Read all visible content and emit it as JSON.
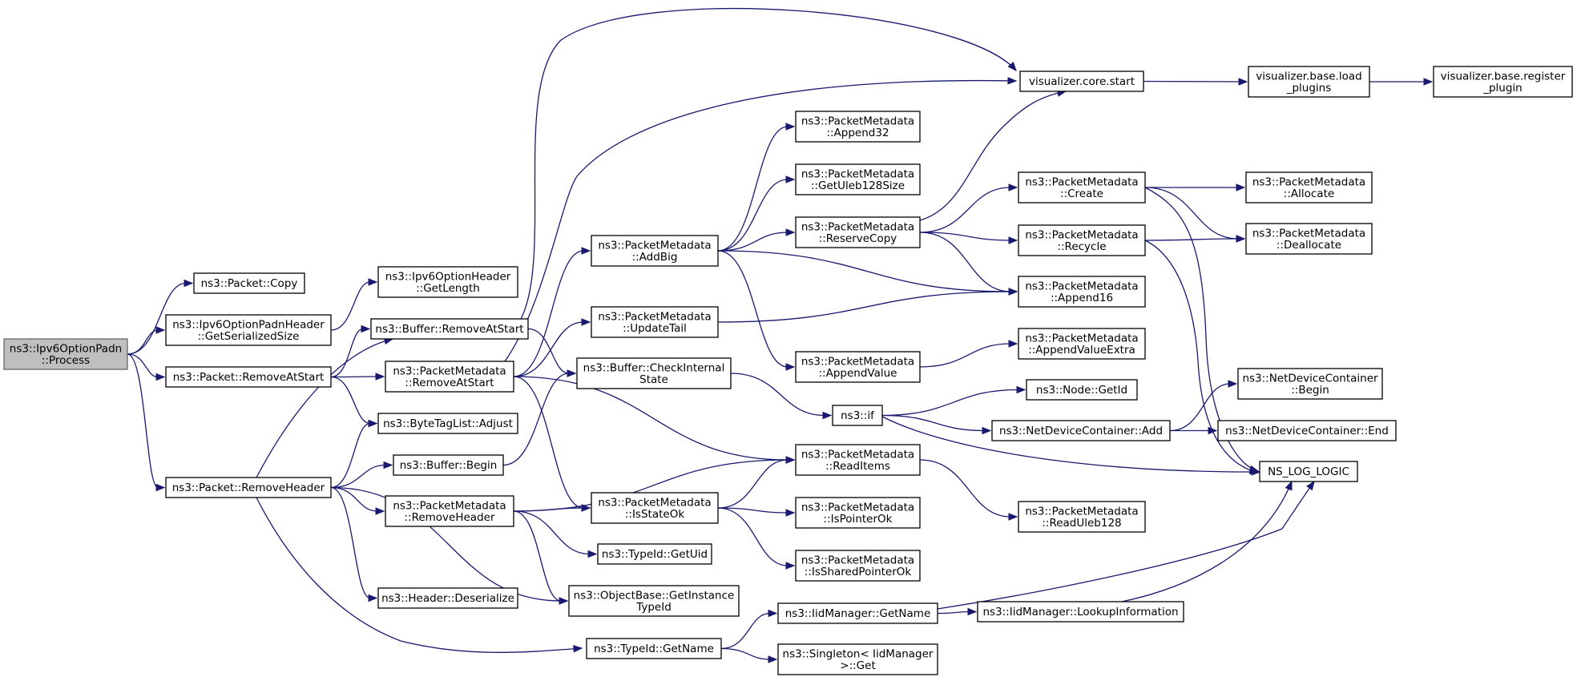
{
  "colors": {
    "edge": "#191970",
    "root_fill": "#bfbfbf",
    "node_fill": "#ffffff",
    "node_stroke": "#000000"
  },
  "nodes": [
    {
      "id": "ipv6optionpadn-process",
      "lines": [
        "ns3::Ipv6OptionPadn",
        "::Process"
      ],
      "root": true
    },
    {
      "id": "packet-copy",
      "lines": [
        "ns3::Packet::Copy"
      ]
    },
    {
      "id": "ipv6optionpadnheader-getserializedsize",
      "lines": [
        "ns3::Ipv6OptionPadnHeader",
        "::GetSerializedSize"
      ]
    },
    {
      "id": "packet-removeatstart",
      "lines": [
        "ns3::Packet::RemoveAtStart"
      ]
    },
    {
      "id": "packet-removeheader",
      "lines": [
        "ns3::Packet::RemoveHeader"
      ]
    },
    {
      "id": "ipv6optionheader-getlength",
      "lines": [
        "ns3::Ipv6OptionHeader",
        "::GetLength"
      ]
    },
    {
      "id": "buffer-removeatstart",
      "lines": [
        "ns3::Buffer::RemoveAtStart"
      ]
    },
    {
      "id": "packetmetadata-removeatstart",
      "lines": [
        "ns3::PacketMetadata",
        "::RemoveAtStart"
      ]
    },
    {
      "id": "bytetaglist-adjust",
      "lines": [
        "ns3::ByteTagList::Adjust"
      ]
    },
    {
      "id": "buffer-begin",
      "lines": [
        "ns3::Buffer::Begin"
      ]
    },
    {
      "id": "packetmetadata-removeheader",
      "lines": [
        "ns3::PacketMetadata",
        "::RemoveHeader"
      ]
    },
    {
      "id": "header-deserialize",
      "lines": [
        "ns3::Header::Deserialize"
      ]
    },
    {
      "id": "packetmetadata-addbig",
      "lines": [
        "ns3::PacketMetadata",
        "::AddBig"
      ]
    },
    {
      "id": "packetmetadata-updatetail",
      "lines": [
        "ns3::PacketMetadata",
        "::UpdateTail"
      ]
    },
    {
      "id": "buffer-checkinternalstate",
      "lines": [
        "ns3::Buffer::CheckInternal",
        "State"
      ]
    },
    {
      "id": "packetmetadata-isstateok",
      "lines": [
        "ns3::PacketMetadata",
        "::IsStateOk"
      ]
    },
    {
      "id": "typeid-getuid",
      "lines": [
        "ns3::TypeId::GetUid"
      ]
    },
    {
      "id": "objectbase-getinstancetypeid",
      "lines": [
        "ns3::ObjectBase::GetInstance",
        "TypeId"
      ]
    },
    {
      "id": "typeid-getname",
      "lines": [
        "ns3::TypeId::GetName"
      ]
    },
    {
      "id": "packetmetadata-append32",
      "lines": [
        "ns3::PacketMetadata",
        "::Append32"
      ]
    },
    {
      "id": "packetmetadata-getuleb128size",
      "lines": [
        "ns3::PacketMetadata",
        "::GetUleb128Size"
      ]
    },
    {
      "id": "packetmetadata-reservecopy",
      "lines": [
        "ns3::PacketMetadata",
        "::ReserveCopy"
      ]
    },
    {
      "id": "packetmetadata-appendvalue",
      "lines": [
        "ns3::PacketMetadata",
        "::AppendValue"
      ]
    },
    {
      "id": "ns3-if",
      "lines": [
        "ns3::if"
      ]
    },
    {
      "id": "packetmetadata-readitems",
      "lines": [
        "ns3::PacketMetadata",
        "::ReadItems"
      ]
    },
    {
      "id": "packetmetadata-ispointerok",
      "lines": [
        "ns3::PacketMetadata",
        "::IsPointerOk"
      ]
    },
    {
      "id": "packetmetadata-issharedpointerok",
      "lines": [
        "ns3::PacketMetadata",
        "::IsSharedPointerOk"
      ]
    },
    {
      "id": "iidmanager-getname",
      "lines": [
        "ns3::IidManager::GetName"
      ]
    },
    {
      "id": "singleton-iidmanager-get",
      "lines": [
        "ns3::Singleton< IidManager",
        ">::Get"
      ]
    },
    {
      "id": "visualizer-core-start",
      "lines": [
        "visualizer.core.start"
      ]
    },
    {
      "id": "packetmetadata-create",
      "lines": [
        "ns3::PacketMetadata",
        "::Create"
      ]
    },
    {
      "id": "packetmetadata-recycle",
      "lines": [
        "ns3::PacketMetadata",
        "::Recycle"
      ]
    },
    {
      "id": "packetmetadata-append16",
      "lines": [
        "ns3::PacketMetadata",
        "::Append16"
      ]
    },
    {
      "id": "packetmetadata-appendvalueextra",
      "lines": [
        "ns3::PacketMetadata",
        "::AppendValueExtra"
      ]
    },
    {
      "id": "node-getid",
      "lines": [
        "ns3::Node::GetId"
      ]
    },
    {
      "id": "netdevicecontainer-add",
      "lines": [
        "ns3::NetDeviceContainer::Add"
      ]
    },
    {
      "id": "packetmetadata-readuleb128",
      "lines": [
        "ns3::PacketMetadata",
        "::ReadUleb128"
      ]
    },
    {
      "id": "iidmanager-lookupinformation",
      "lines": [
        "ns3::IidManager::LookupInformation"
      ]
    },
    {
      "id": "visualizer-base-load-plugins",
      "lines": [
        "visualizer.base.load",
        "_plugins"
      ]
    },
    {
      "id": "packetmetadata-allocate",
      "lines": [
        "ns3::PacketMetadata",
        "::Allocate"
      ]
    },
    {
      "id": "packetmetadata-deallocate",
      "lines": [
        "ns3::PacketMetadata",
        "::Deallocate"
      ]
    },
    {
      "id": "netdevicecontainer-begin",
      "lines": [
        "ns3::NetDeviceContainer",
        "::Begin"
      ]
    },
    {
      "id": "netdevicecontainer-end",
      "lines": [
        "ns3::NetDeviceContainer::End"
      ]
    },
    {
      "id": "ns-log-logic",
      "lines": [
        "NS_LOG_LOGIC"
      ]
    },
    {
      "id": "visualizer-base-register-plugin",
      "lines": [
        "visualizer.base.register",
        "_plugin"
      ]
    }
  ],
  "edges": [
    {
      "from": "ipv6optionpadn-process",
      "to": "packet-copy"
    },
    {
      "from": "ipv6optionpadn-process",
      "to": "ipv6optionpadnheader-getserializedsize"
    },
    {
      "from": "ipv6optionpadn-process",
      "to": "packet-removeatstart"
    },
    {
      "from": "ipv6optionpadn-process",
      "to": "packet-removeheader"
    },
    {
      "from": "ipv6optionpadnheader-getserializedsize",
      "to": "ipv6optionheader-getlength"
    },
    {
      "from": "packet-removeatstart",
      "to": "buffer-removeatstart"
    },
    {
      "from": "packet-removeatstart",
      "to": "packetmetadata-removeatstart"
    },
    {
      "from": "packet-removeatstart",
      "to": "bytetaglist-adjust"
    },
    {
      "from": "packet-removeheader",
      "to": "buffer-removeatstart"
    },
    {
      "from": "packet-removeheader",
      "to": "bytetaglist-adjust"
    },
    {
      "from": "packet-removeheader",
      "to": "buffer-begin"
    },
    {
      "from": "packet-removeheader",
      "to": "packetmetadata-removeheader"
    },
    {
      "from": "packet-removeheader",
      "to": "objectbase-getinstancetypeid"
    },
    {
      "from": "packet-removeheader",
      "to": "header-deserialize"
    },
    {
      "from": "packet-removeheader",
      "to": "typeid-getname"
    },
    {
      "from": "buffer-removeatstart",
      "to": "buffer-checkinternalstate"
    },
    {
      "from": "buffer-removeatstart",
      "to": "visualizer-core-start"
    },
    {
      "from": "packetmetadata-removeatstart",
      "to": "packetmetadata-addbig"
    },
    {
      "from": "packetmetadata-removeatstart",
      "to": "packetmetadata-updatetail"
    },
    {
      "from": "packetmetadata-removeatstart",
      "to": "packetmetadata-isstateok"
    },
    {
      "from": "packetmetadata-removeatstart",
      "to": "packetmetadata-readitems"
    },
    {
      "from": "packetmetadata-removeatstart",
      "to": "visualizer-core-start"
    },
    {
      "from": "buffer-begin",
      "to": "buffer-checkinternalstate"
    },
    {
      "from": "packetmetadata-removeheader",
      "to": "packetmetadata-isstateok"
    },
    {
      "from": "packetmetadata-removeheader",
      "to": "typeid-getuid"
    },
    {
      "from": "packetmetadata-removeheader",
      "to": "objectbase-getinstancetypeid"
    },
    {
      "from": "packetmetadata-removeheader",
      "to": "packetmetadata-readitems"
    },
    {
      "from": "packetmetadata-addbig",
      "to": "packetmetadata-append32"
    },
    {
      "from": "packetmetadata-addbig",
      "to": "packetmetadata-getuleb128size"
    },
    {
      "from": "packetmetadata-addbig",
      "to": "packetmetadata-reservecopy"
    },
    {
      "from": "packetmetadata-addbig",
      "to": "packetmetadata-append16"
    },
    {
      "from": "packetmetadata-addbig",
      "to": "packetmetadata-appendvalue"
    },
    {
      "from": "packetmetadata-updatetail",
      "to": "packetmetadata-append16"
    },
    {
      "from": "buffer-checkinternalstate",
      "to": "ns3-if"
    },
    {
      "from": "packetmetadata-isstateok",
      "to": "packetmetadata-readitems"
    },
    {
      "from": "packetmetadata-isstateok",
      "to": "packetmetadata-ispointerok"
    },
    {
      "from": "packetmetadata-isstateok",
      "to": "packetmetadata-issharedpointerok"
    },
    {
      "from": "typeid-getname",
      "to": "iidmanager-getname"
    },
    {
      "from": "typeid-getname",
      "to": "singleton-iidmanager-get"
    },
    {
      "from": "packetmetadata-reservecopy",
      "to": "visualizer-core-start"
    },
    {
      "from": "packetmetadata-reservecopy",
      "to": "packetmetadata-create"
    },
    {
      "from": "packetmetadata-reservecopy",
      "to": "packetmetadata-recycle"
    },
    {
      "from": "packetmetadata-reservecopy",
      "to": "packetmetadata-append16"
    },
    {
      "from": "packetmetadata-appendvalue",
      "to": "packetmetadata-appendvalueextra"
    },
    {
      "from": "ns3-if",
      "to": "node-getid"
    },
    {
      "from": "ns3-if",
      "to": "netdevicecontainer-add"
    },
    {
      "from": "ns3-if",
      "to": "ns-log-logic"
    },
    {
      "from": "packetmetadata-readitems",
      "to": "packetmetadata-readuleb128"
    },
    {
      "from": "iidmanager-getname",
      "to": "iidmanager-lookupinformation"
    },
    {
      "from": "iidmanager-getname",
      "to": "ns-log-logic"
    },
    {
      "from": "visualizer-core-start",
      "to": "visualizer-base-load-plugins"
    },
    {
      "from": "packetmetadata-create",
      "to": "packetmetadata-allocate"
    },
    {
      "from": "packetmetadata-create",
      "to": "packetmetadata-deallocate"
    },
    {
      "from": "packetmetadata-create",
      "to": "ns-log-logic"
    },
    {
      "from": "packetmetadata-recycle",
      "to": "packetmetadata-deallocate"
    },
    {
      "from": "packetmetadata-recycle",
      "to": "ns-log-logic"
    },
    {
      "from": "netdevicecontainer-add",
      "to": "netdevicecontainer-begin"
    },
    {
      "from": "netdevicecontainer-add",
      "to": "netdevicecontainer-end"
    },
    {
      "from": "iidmanager-lookupinformation",
      "to": "ns-log-logic"
    },
    {
      "from": "visualizer-base-load-plugins",
      "to": "visualizer-base-register-plugin"
    }
  ]
}
